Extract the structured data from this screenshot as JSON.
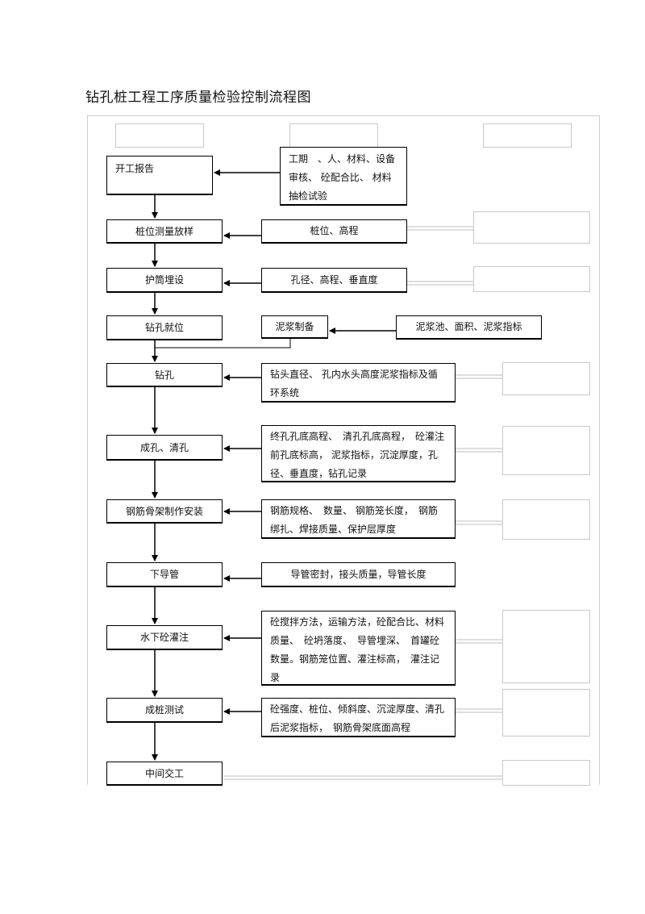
{
  "title": "钻孔桩工程工序质量检验控制流程图",
  "steps": [
    "开工报告",
    "桩位测量放样",
    "护筒埋设",
    "钻孔就位",
    "钻孔",
    "成孔、清孔",
    "钢筋骨架制作安装",
    "下导管",
    "水下砼灌注",
    "成桩测试",
    "中间交工"
  ],
  "info": [
    "工期　、人、材料、设备审核、 砼配合比、 材料抽检试验",
    "桩位、高程",
    "孔径、高程、垂直度",
    "泥浆制备",
    "钻头直径、 孔内水头高度泥浆指标及循环系统",
    "终孔孔底高程、　清孔孔底高程，　砼灌注前孔底标高， 泥浆指标，沉淀厚度，孔径、垂直度，钻孔记录",
    "钢筋规格、　数量、 钢筋笼长度，　钢筋绑扎、焊接质量、保护层厚度",
    "导管密封，接头质量，导管长度",
    "砼搅拌方法，运输方法，砼配合比、材料质量、　砼坍落度、　导管埋深、　首罐砼数量。钢筋笼位置、灌注标高，　灌注记录",
    "砼强度、桩位、倾斜度、沉淀厚度、清孔后泥浆指标，　钢筋骨架底面高程"
  ],
  "slurry_source": "泥浆池、面积、泥浆指标"
}
